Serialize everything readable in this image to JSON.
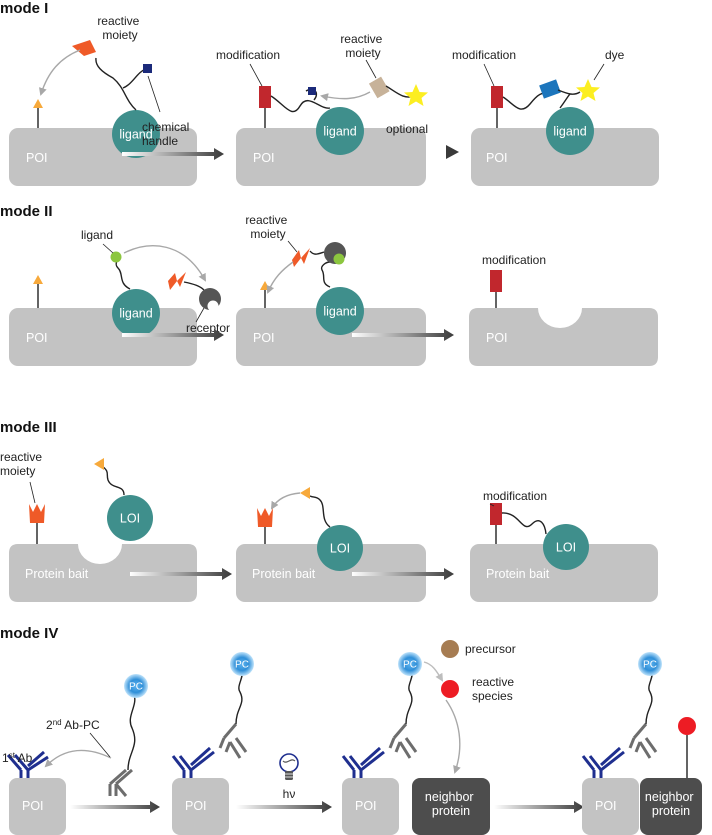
{
  "modes": [
    {
      "title": "mode I",
      "labels": {
        "reactive_moiety": "reactive moiety",
        "chemical_handle": "chemical handle",
        "modification": "modification",
        "dye": "dye",
        "optional": "optional",
        "ligand": "ligand",
        "poi": "POI"
      }
    },
    {
      "title": "mode II",
      "labels": {
        "ligand": "ligand",
        "receptor": "receptor",
        "reactive_moiety": "reactive moiety",
        "modification": "modification",
        "poi": "POI"
      }
    },
    {
      "title": "mode III",
      "labels": {
        "reactive_moiety": "reactive moiety",
        "loi": "LOI",
        "protein_bait": "Protein bait",
        "modification": "modification"
      }
    },
    {
      "title": "mode IV",
      "labels": {
        "pc": "PC",
        "second_ab_pc_base": "2",
        "second_ab_pc_sup": "nd",
        "second_ab_pc_rest": " Ab-PC",
        "first_ab_base": "1",
        "first_ab_sup": "st",
        "first_ab_rest": " Ab",
        "precursor": "precursor",
        "reactive_species": "reactive species",
        "hv": "hν",
        "neighbor_protein": "neighbor protein",
        "poi": "POI"
      }
    }
  ],
  "colors": {
    "protein_gray": "#c3c3c3",
    "teal": "#3f8f8c",
    "orange": "#f7a93b",
    "red_orange": "#ef5a28",
    "dark_red": "#c1272d",
    "navy": "#1b2a7a",
    "blue": "#1c75bc",
    "tan": "#c7b299",
    "yellow": "#fcee21",
    "green": "#8cc63f",
    "dark_gray": "#555555",
    "brown": "#a67c52",
    "red": "#ed1c24",
    "ab_blue": "#1f2f8f",
    "ab_gray": "#6d6d6d",
    "neighbor_dark": "#4d4d4d",
    "arrow_dark": "#4d4d4d",
    "curve_gray": "#a8a8a8"
  },
  "icons": [
    "star-icon",
    "lightning-bolt-icon",
    "light-bulb-icon",
    "arrow-icon"
  ]
}
